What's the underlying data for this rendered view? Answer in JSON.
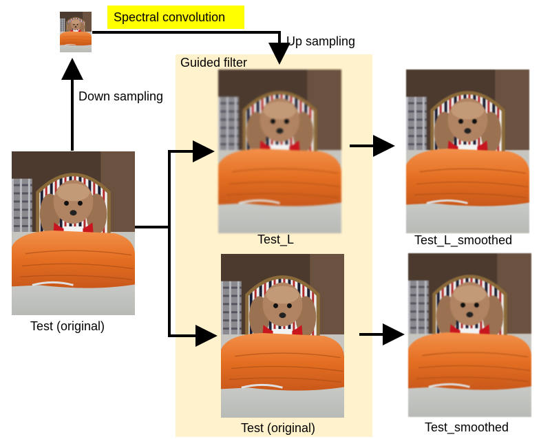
{
  "labels": {
    "spectral_convolution": "Spectral convolution",
    "up_sampling": "Up sampling",
    "guided_filter": "Guided filter",
    "down_sampling": "Down sampling",
    "test_original_left": "Test (original)",
    "test_l": "Test_L",
    "test_l_smoothed": "Test_L_smoothed",
    "test_original_center": "Test (original)",
    "test_smoothed": "Test_smoothed"
  },
  "colors": {
    "guided_filter_bg": "#fff2cc",
    "highlight_bg": "#ffff00",
    "arrow": "#000000"
  },
  "icons": {
    "photo": "dog-with-carrot-pillow-photo"
  }
}
